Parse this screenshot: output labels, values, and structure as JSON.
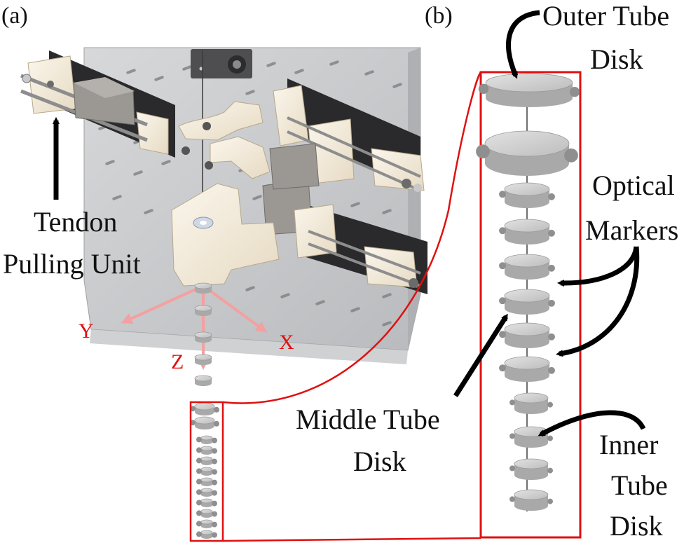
{
  "panels": {
    "a": {
      "tag": "(a)"
    },
    "b": {
      "tag": "(b)"
    }
  },
  "labels": {
    "tendon_line1": "Tendon",
    "tendon_line2": "Pulling Unit",
    "outer_line1": "Outer Tube",
    "outer_line2": "Disk",
    "optical_line1": "Optical",
    "optical_line2": "Markers",
    "middle_line1": "Middle Tube",
    "middle_line2": "Disk",
    "inner_line1": "Inner",
    "inner_line2": "Tube",
    "inner_line3": "Disk"
  },
  "axes": {
    "x": "X",
    "y": "Y",
    "z": "Z"
  },
  "colors": {
    "highlight": "#e01010",
    "axis_arrow": "#f4a0a0",
    "plate": "#cfd0d2",
    "bracket": "#f3ead9",
    "metal": "#9a9795",
    "rail": "#2a2a2c",
    "disk": "#c9c9c9",
    "disk_dark": "#9e9e9e"
  }
}
